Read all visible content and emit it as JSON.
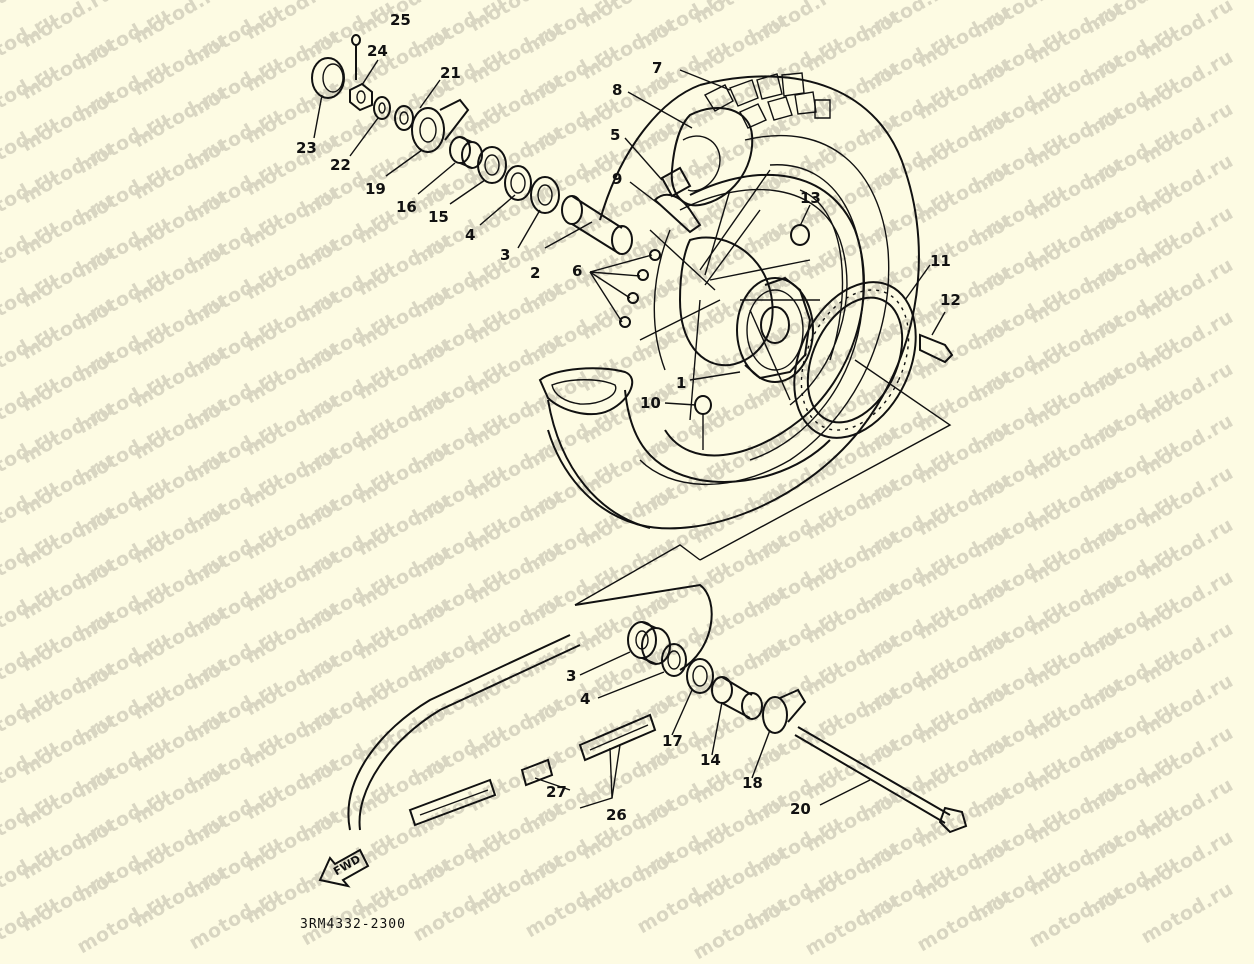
{
  "watermark": "motod.ru",
  "diagram_code": "3RM4332-2300",
  "fwd_label": "FWD",
  "labels": {
    "p1": "1",
    "p2": "2",
    "p3a": "3",
    "p3b": "3",
    "p4a": "4",
    "p4b": "4",
    "p5": "5",
    "p6": "6",
    "p7": "7",
    "p8": "8",
    "p9": "9",
    "p10": "10",
    "p11": "11",
    "p12": "12",
    "p13": "13",
    "p14": "14",
    "p15": "15",
    "p16": "16",
    "p17": "17",
    "p18": "18",
    "p19": "19",
    "p20": "20",
    "p21": "21",
    "p22": "22",
    "p23": "23",
    "p24": "24",
    "p25": "25",
    "p26": "26",
    "p27": "27"
  },
  "colors": {
    "background": "#fdfbe3",
    "line": "#111111",
    "watermark": "#d9d6c2"
  }
}
